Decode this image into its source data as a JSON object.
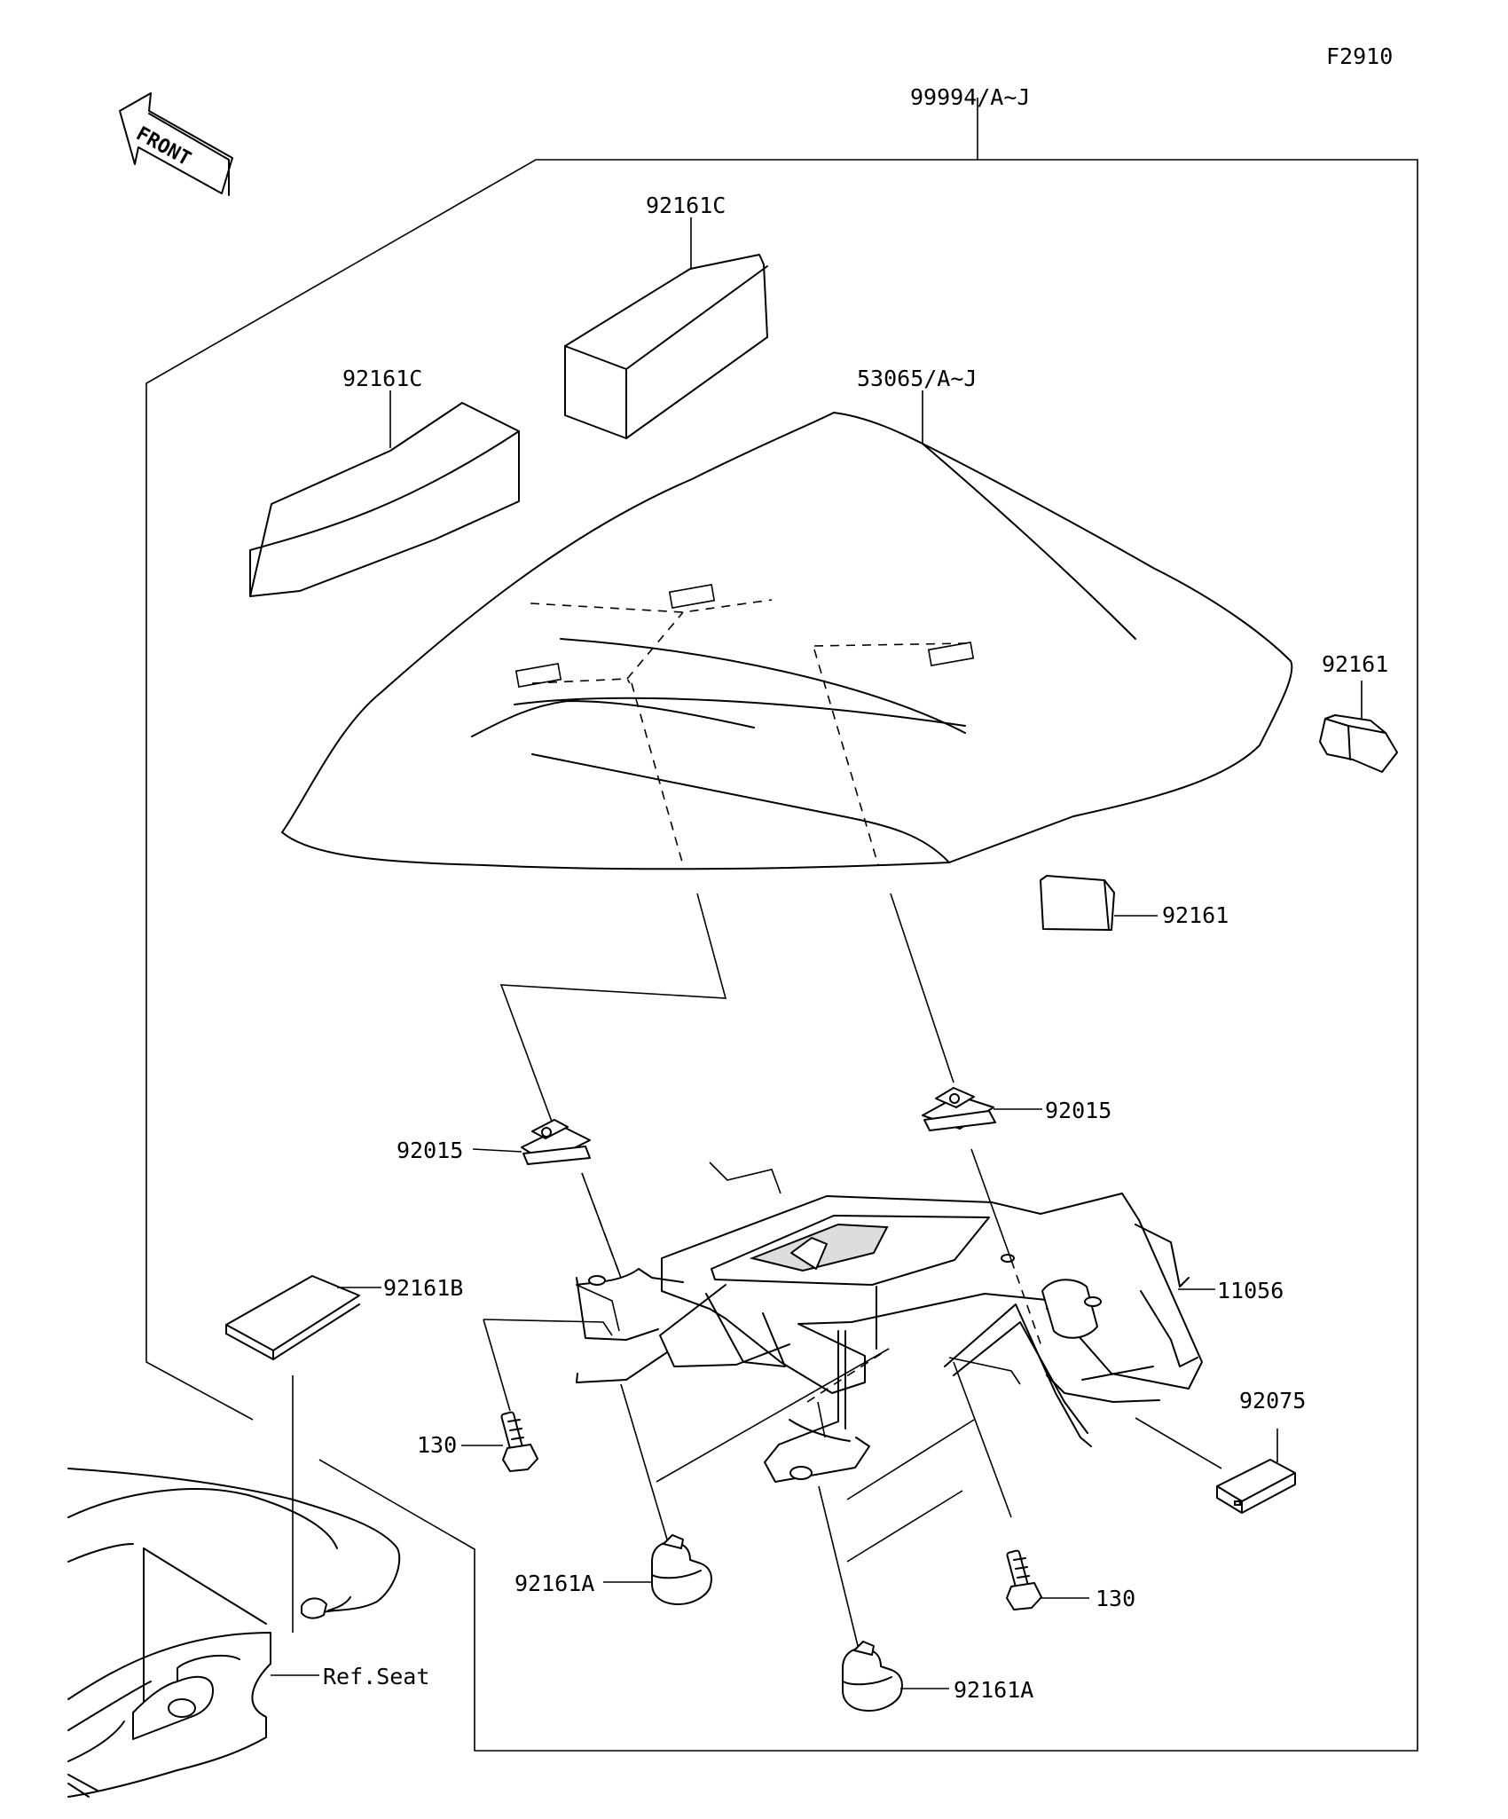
{
  "figure_code": "F2910",
  "front_arrow": {
    "label": "FRONT",
    "icon": "front-direction-arrow-icon"
  },
  "callouts": {
    "kit": "99994/A~J",
    "seat_cover": "53065/A~J",
    "pad_c_top": "92161C",
    "pad_c_left": "92161C",
    "damper_right_top": "92161",
    "damper_right_mid": "92161",
    "nut_left": "92015",
    "nut_right": "92015",
    "bracket": "11056",
    "sheet": "92161B",
    "bolt_left": "130",
    "bolt_right": "130",
    "rubber_left": "92161A",
    "rubber_bottom": "92161A",
    "clip": "92075",
    "ref_seat": "Ref.Seat"
  }
}
